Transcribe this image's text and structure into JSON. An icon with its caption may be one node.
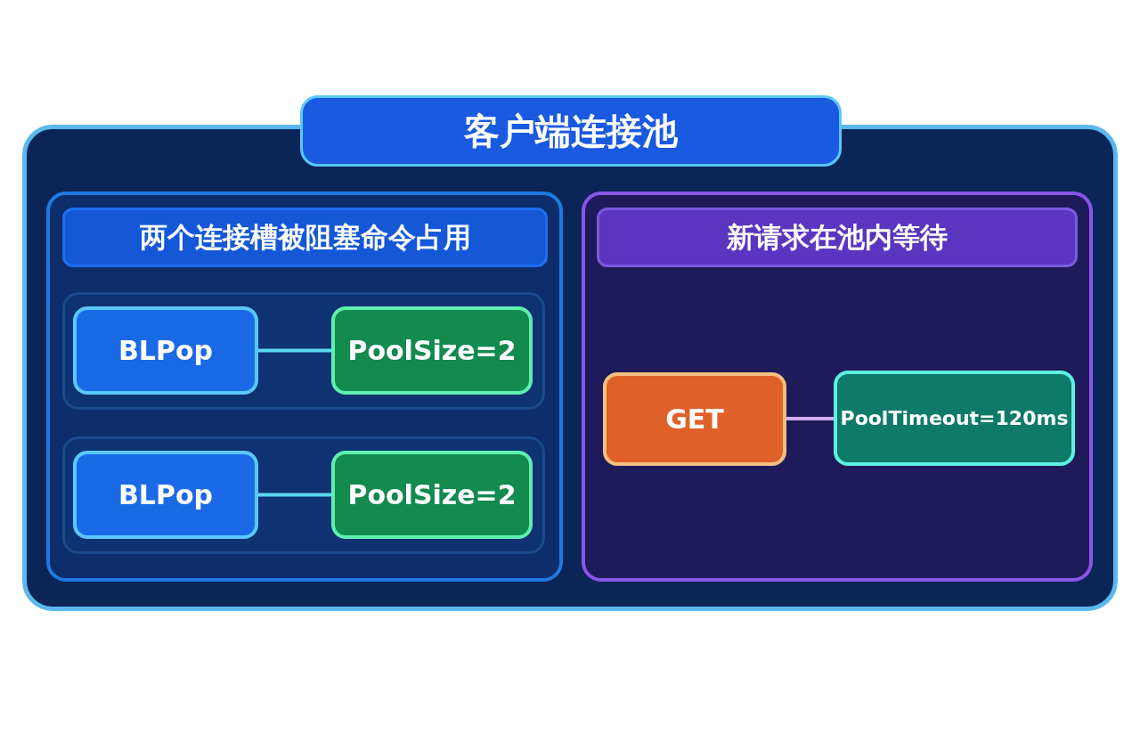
{
  "diagram": {
    "nodes": [
      {
        "text": [
          "客户端连接池"
        ]
      },
      {
        "text": [
          "两个连接槽被阻塞命令占用"
        ],
        "in": 0
      },
      {
        "text": [],
        "shape": "box",
        "in": 1
      },
      {
        "text": [
          "BLPop"
        ],
        "in": 2
      },
      {
        "text": [
          "PoolSize=2"
        ],
        "in": 2
      },
      {
        "text": [],
        "shape": "box",
        "in": 1
      },
      {
        "text": [
          "BLPop"
        ],
        "in": 5
      },
      {
        "text": [
          "PoolSize=2"
        ],
        "in": 5
      },
      {
        "text": [
          "新请求在池内等待"
        ],
        "in": 0
      },
      {
        "text": [
          "GET"
        ],
        "in": 8
      },
      {
        "text": [
          "PoolTimeout=120ms"
        ],
        "in": 8
      }
    ],
    "edges": [
      {
        "from": 3,
        "to": 4,
        "arrow": "none"
      },
      {
        "from": 6,
        "to": 7,
        "arrow": "none"
      },
      {
        "from": 9,
        "to": 10,
        "arrow": "none",
        "color": "#d0b0f5"
      }
    ]
  }
}
